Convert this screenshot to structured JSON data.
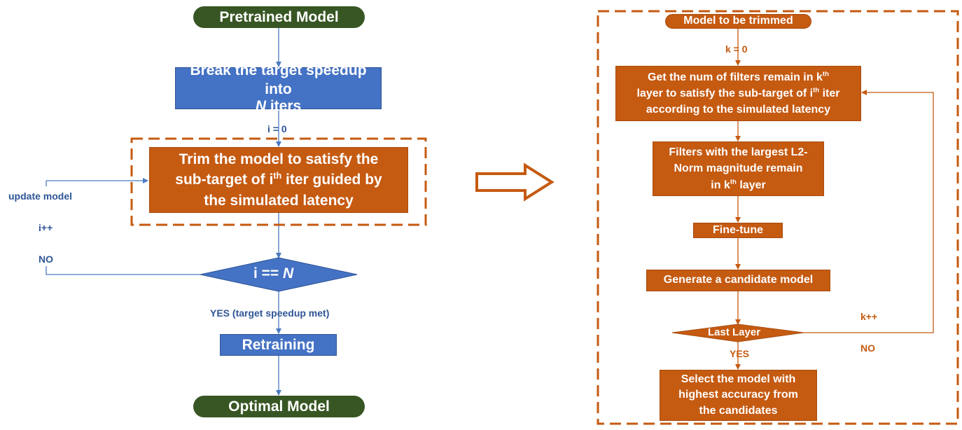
{
  "left_flow": {
    "start": "Pretrained Model",
    "break_box": {
      "text": "Break the target speedup into ",
      "var": "N",
      "suffix": " iters"
    },
    "init_label": "i = 0",
    "trim_box": {
      "line1": "Trim the model to satisfy the",
      "line2a": "sub-target of i",
      "line2sup": "th",
      "line2b": " iter guided by",
      "line3": "the simulated latency"
    },
    "update_label": "update model",
    "increment_label": "i++",
    "no_label": "NO",
    "decision": {
      "text": "i == ",
      "var": "N"
    },
    "yes_label": "YES (target speedup met)",
    "retrain": "Retraining",
    "end": "Optimal Model"
  },
  "right_flow": {
    "start": "Model to be trimmed",
    "init_label": "k = 0",
    "get_box": {
      "a": "Get the num of filters remain in k",
      "sup1": "th",
      "b": "layer to satisfy the sub-target of i",
      "sup2": "th",
      "c": " iter",
      "d": "according to the simulated latency"
    },
    "filters_box": {
      "a": "Filters with the largest L2-",
      "b": "Norm magnitude remain",
      "c": "in k",
      "sup": "th",
      "d": " layer"
    },
    "finetune": "Fine-tune",
    "generate": "Generate a candidate model",
    "decision": "Last Layer",
    "increment_label": "k++",
    "no_label": "NO",
    "yes_label": "YES",
    "select_box": {
      "a": "Select the model with",
      "b": "highest accuracy from",
      "c": "the candidates"
    }
  },
  "colors": {
    "blue": "#4472c4",
    "orange": "#c55a11",
    "dark_green": "#375623",
    "blue_line": "#4a7ac2",
    "orange_line": "#c55a11"
  }
}
